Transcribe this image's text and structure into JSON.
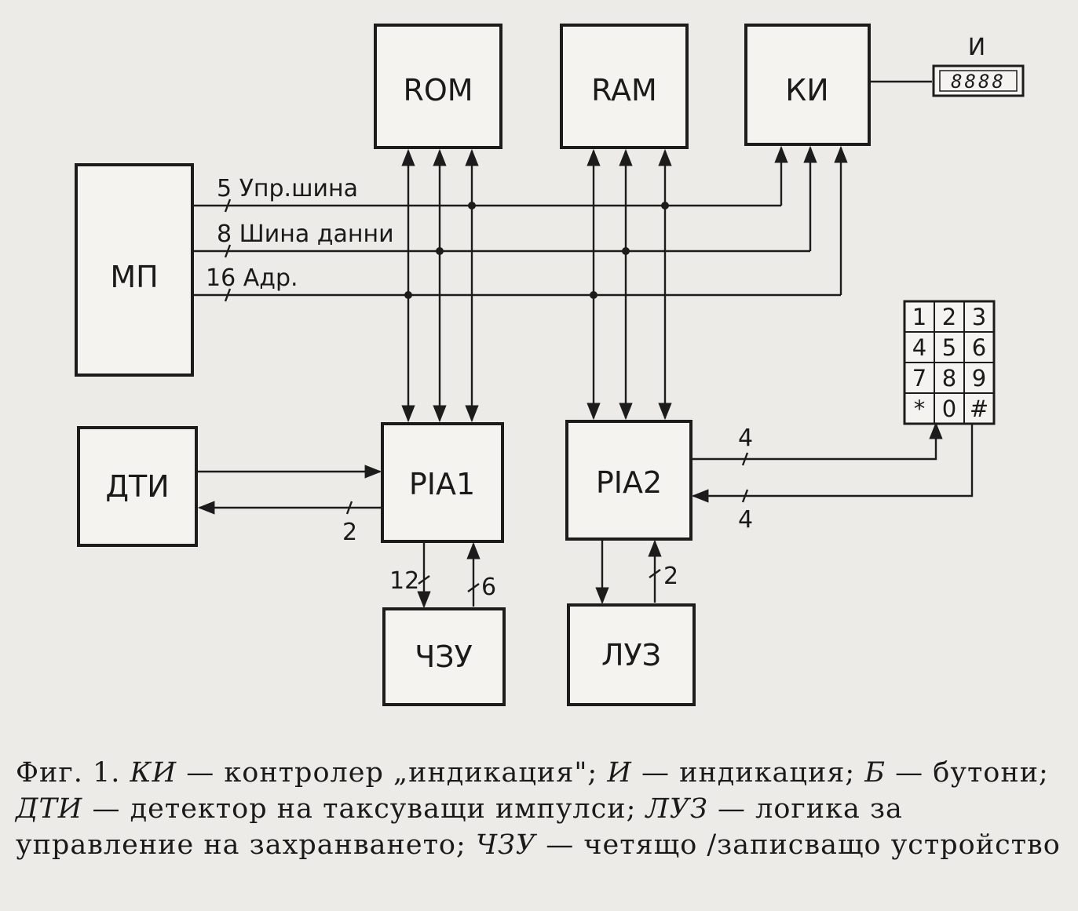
{
  "blocks": {
    "rom": "ROM",
    "ram": "RAM",
    "ki": "КИ",
    "mp": "МП",
    "dti": "ДТИ",
    "pia1": "PIA1",
    "pia2": "PIA2",
    "chzu": "ЧЗУ",
    "luz": "ЛУЗ"
  },
  "indicator": {
    "label": "И",
    "display": "8888"
  },
  "keypad": {
    "keys": [
      "1",
      "2",
      "3",
      "4",
      "5",
      "6",
      "7",
      "8",
      "9",
      "*",
      "0",
      "#"
    ]
  },
  "buses": {
    "control": "5 Упр.шина",
    "data": "8 Шина данни",
    "address": "16 Адр."
  },
  "line_labels": {
    "pia2_out": "4",
    "pia2_in": "4",
    "dti_bus": "2",
    "chzu_in": "12",
    "chzu_out": "6",
    "luz_bus": "2"
  },
  "caption": {
    "fig": "Фиг. 1.",
    "ki_term": "КИ",
    "ki_def": "— контролер „индикация\";",
    "i_term": "И",
    "i_def": "— индикация;",
    "b_term": "Б",
    "b_def": "— бутони;",
    "dti_term": "ДТИ",
    "dti_def": "— детектор на таксуващи импулси;",
    "luz_term": "ЛУЗ",
    "luz_def": "— логика за управление на захранването;",
    "chzu_term": "ЧЗУ",
    "chzu_def": "— четящо /записващо устройство"
  }
}
